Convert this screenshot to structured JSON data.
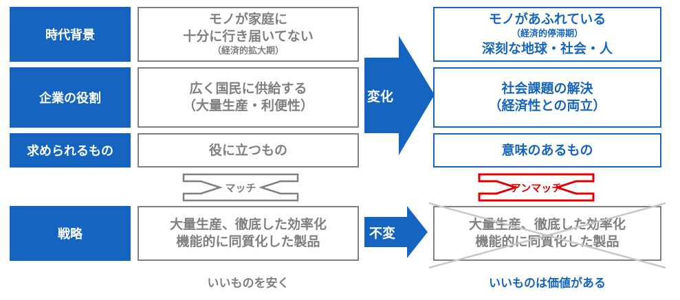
{
  "labels": {
    "background": "時代背景",
    "role": "企業の役割",
    "demand": "求められるもの",
    "strategy": "戦略"
  },
  "before": {
    "background": {
      "line1": "モノが家庭に",
      "line2": "十分に行き届いてない",
      "note": "（経済的拡大期）"
    },
    "role": {
      "line1": "広く国民に供給する",
      "line2": "（大量生産・利便性）"
    },
    "demand": "役に立つもの",
    "strategy": {
      "line1": "大量生産、徹底した効率化",
      "line2": "機能的に同質化した製品"
    },
    "caption": "いいものを安く"
  },
  "after": {
    "background": {
      "line1": "モノがあふれている",
      "note": "（経済的停滞期）",
      "line2": "深刻な地球・社会・人"
    },
    "role": {
      "line1": "社会課題の解決",
      "line2": "（経済性との両立）"
    },
    "demand": "意味のあるもの",
    "strategy": {
      "line1": "大量生産、徹底した効率化",
      "line2": "機能的に同質化した製品"
    },
    "caption": "いいものは価値がある"
  },
  "arrows": {
    "change": "変化",
    "unchanged": "不変"
  },
  "match": {
    "match": "マッチ",
    "mismatch": "アンマッチ"
  },
  "colors": {
    "blue": "#1565c0",
    "gray": "#7f7f7f",
    "red": "#e00000",
    "cross": "#c8c8c8"
  }
}
